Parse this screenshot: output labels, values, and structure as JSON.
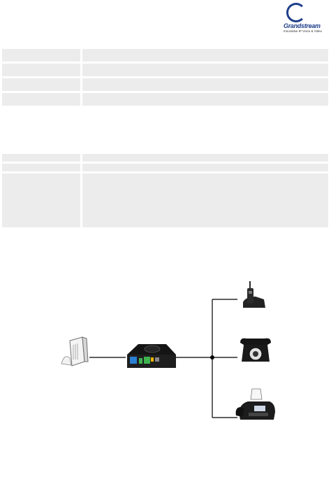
{
  "brand": {
    "name": "Grandstream",
    "tagline": "Innovative IP Voice & Video",
    "color": "#1d3e8a"
  },
  "table_1": {
    "rows": 4,
    "cell_color": "#ececec"
  },
  "table_2": {
    "rows": 3,
    "cell_color": "#ececec"
  },
  "diagram": {
    "devices": [
      "router-icon",
      "ata-device-icon",
      "cordless-phone-icon",
      "rotary-phone-icon",
      "fax-machine-icon"
    ],
    "ata_port_colors": [
      "#2a7fd4",
      "#3fb34f",
      "#3fb34f",
      "#f0b400"
    ]
  }
}
